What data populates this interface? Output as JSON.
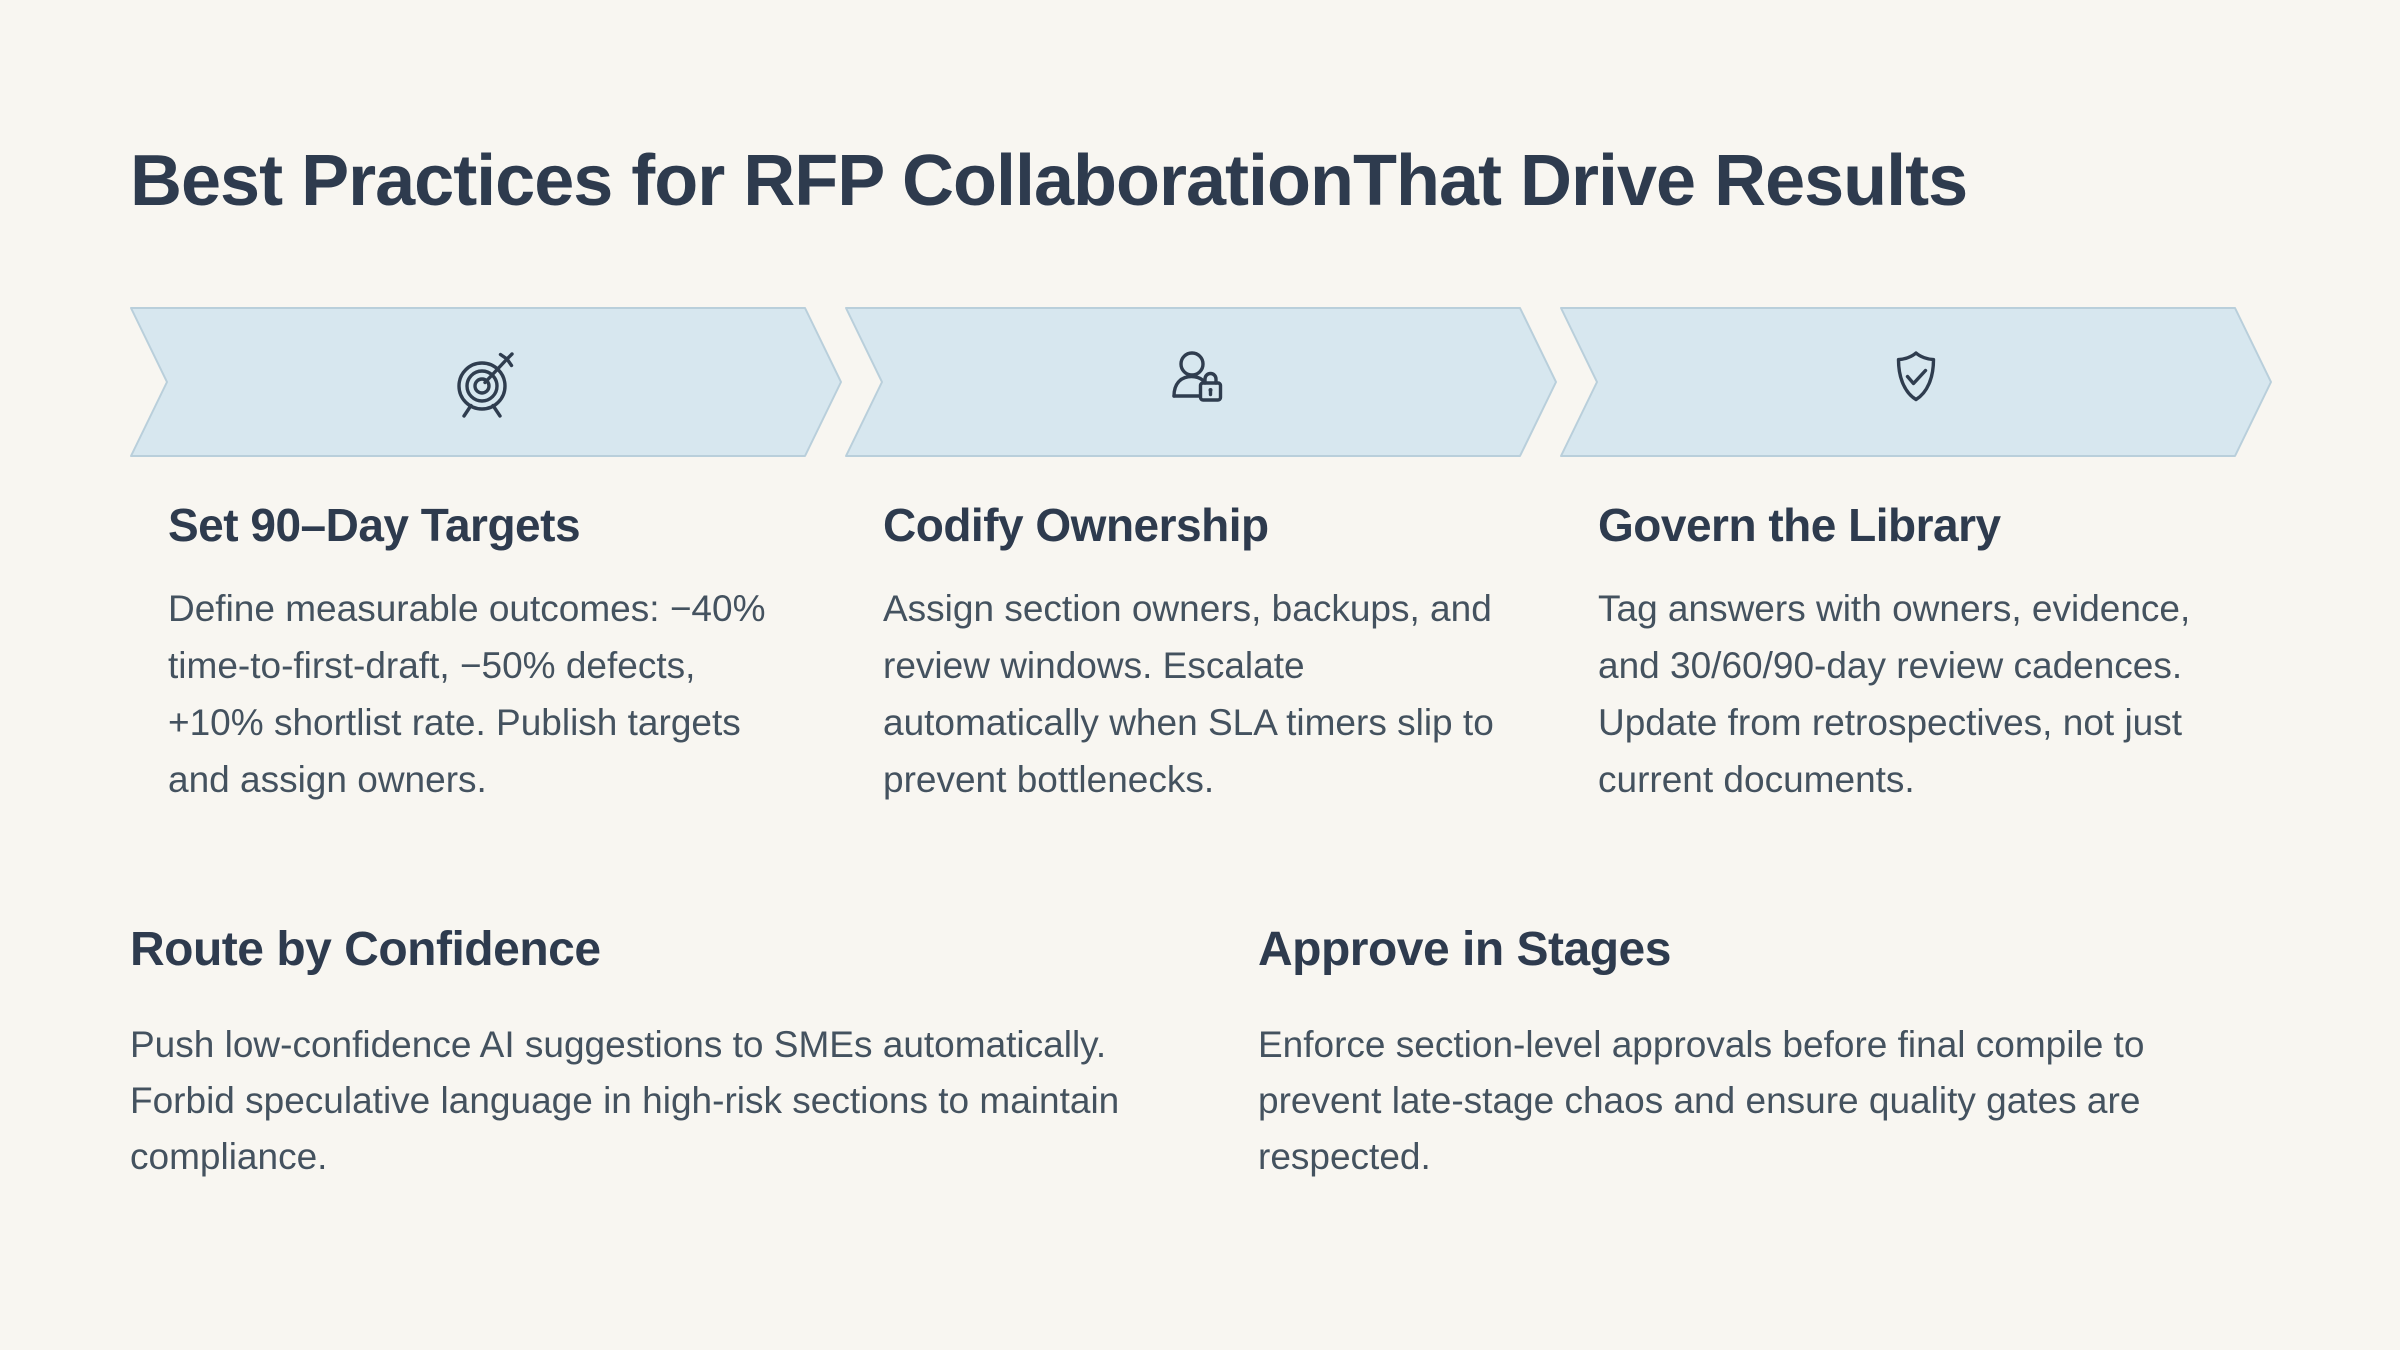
{
  "page": {
    "background_color": "#f8f6f1",
    "banner_fill_color": "#d7e7ef",
    "banner_border_color": "#b9cfdb",
    "heading_color": "#2e3b4e",
    "body_color": "#44525f",
    "icon_color": "#2f3d4f"
  },
  "title": "Best Practices for RFP CollaborationThat Drive Results",
  "steps": [
    {
      "icon": "target-icon",
      "heading": "Set 90–Day Targets",
      "body": "Define measurable outcomes: −40% time-to-first-draft, −50% defects, +10% shortlist rate. Publish targets and assign owners."
    },
    {
      "icon": "user-lock-icon",
      "heading": "Codify Ownership",
      "body": "Assign section owners, backups, and review windows. Escalate automatically when SLA timers slip to prevent bottlenecks."
    },
    {
      "icon": "shield-check-icon",
      "heading": "Govern the Library",
      "body": "Tag answers with owners, evidence, and 30/60/90-day review cadences. Update from retrospectives, not just current documents."
    }
  ],
  "practices": [
    {
      "heading": "Route by Confidence",
      "body": "Push low-confidence AI suggestions to SMEs automatically. Forbid speculative language in high-risk sections to maintain compliance."
    },
    {
      "heading": "Approve in Stages",
      "body": "Enforce section-level approvals before final compile to prevent late-stage chaos and ensure quality gates are respected."
    }
  ]
}
